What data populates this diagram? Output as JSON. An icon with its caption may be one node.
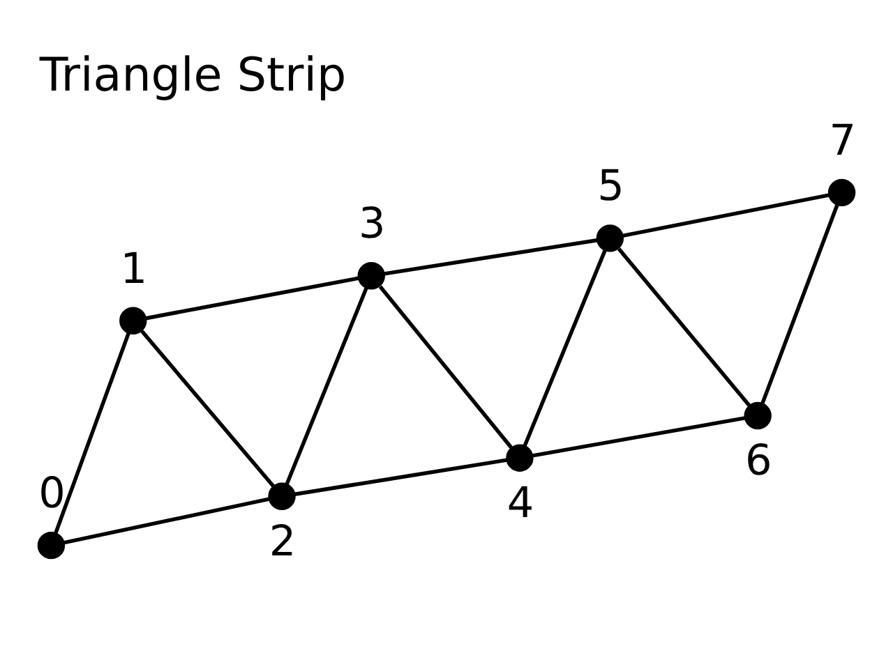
{
  "diagram": {
    "title": "Triangle Strip",
    "nodes": [
      {
        "text": [],
        "shape": "circle",
        "beside": [
          "0"
        ]
      },
      {
        "text": [],
        "shape": "circle",
        "beside": [
          "1"
        ]
      },
      {
        "text": [],
        "shape": "circle",
        "beside": [
          "2"
        ]
      },
      {
        "text": [],
        "shape": "circle",
        "beside": [
          "3"
        ]
      },
      {
        "text": [],
        "shape": "circle",
        "beside": [
          "4"
        ]
      },
      {
        "text": [],
        "shape": "circle",
        "beside": [
          "5"
        ]
      },
      {
        "text": [],
        "shape": "circle",
        "beside": [
          "6"
        ]
      },
      {
        "text": [],
        "shape": "circle",
        "beside": [
          "7"
        ]
      }
    ],
    "edges": [
      {
        "from": 0,
        "to": 1,
        "arrow": "none"
      },
      {
        "from": 0,
        "to": 2,
        "arrow": "none"
      },
      {
        "from": 1,
        "to": 2,
        "arrow": "none"
      },
      {
        "from": 1,
        "to": 3,
        "arrow": "none"
      },
      {
        "from": 2,
        "to": 3,
        "arrow": "none"
      },
      {
        "from": 2,
        "to": 4,
        "arrow": "none"
      },
      {
        "from": 3,
        "to": 4,
        "arrow": "none"
      },
      {
        "from": 3,
        "to": 5,
        "arrow": "none"
      },
      {
        "from": 4,
        "to": 5,
        "arrow": "none"
      },
      {
        "from": 4,
        "to": 6,
        "arrow": "none"
      },
      {
        "from": 5,
        "to": 6,
        "arrow": "none"
      },
      {
        "from": 5,
        "to": 7,
        "arrow": "none"
      },
      {
        "from": 6,
        "to": 7,
        "arrow": "none"
      }
    ]
  }
}
